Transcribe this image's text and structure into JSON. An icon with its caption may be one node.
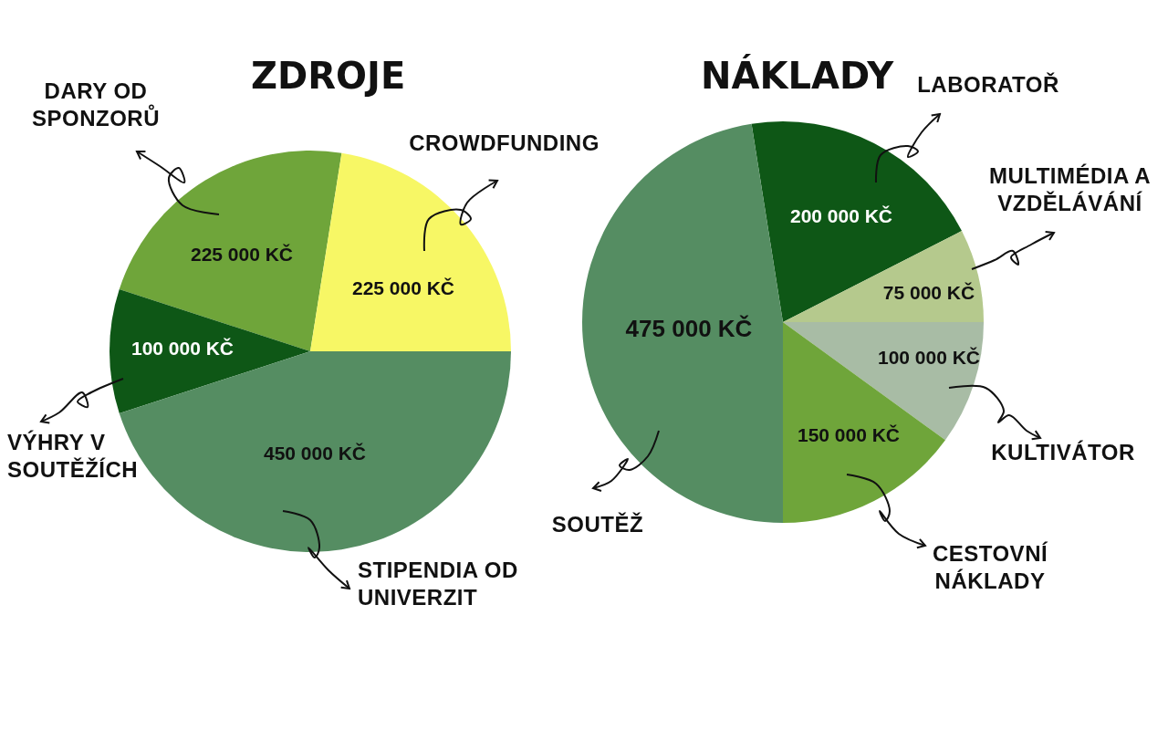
{
  "diagram": {
    "nodes": [
      {
        "text": [
          "DARY OD SPONZORŮ"
        ]
      },
      {
        "text": [
          "225 000 KČ"
        ]
      },
      {
        "text": [
          "CROWDFUNDING"
        ]
      },
      {
        "text": [
          "225 000 KČ"
        ]
      },
      {
        "text": [
          "100 000 KČ"
        ]
      },
      {
        "text": [
          "VÝHRY V SOUTĚŽÍCH"
        ]
      },
      {
        "text": [
          "450 000 KČ"
        ]
      },
      {
        "text": [
          "STIPENDIA OD UNIVERZIT"
        ]
      },
      {
        "text": [
          "LABORATOŘ"
        ]
      },
      {
        "text": [
          "200 000 KČ"
        ]
      },
      {
        "text": [
          "MULTIMÉDIA A VZDĚLÁVÁNÍ"
        ]
      },
      {
        "text": [
          "75 000 KČ"
        ]
      },
      {
        "text": [
          "100 000 KČ"
        ]
      },
      {
        "text": [
          "KULTIVÁTOR"
        ]
      },
      {
        "text": [
          "150 000 KČ"
        ]
      },
      {
        "text": [
          "475 000 KČ"
        ]
      },
      {
        "text": [
          "SOUTĚŽ"
        ]
      },
      {
        "text": [
          "CESTOVNÍ NÁKLADY"
        ]
      }
    ],
    "edges": [
      {
        "from": 1,
        "to": 0,
        "arrow": "to"
      },
      {
        "from": 3,
        "to": 2,
        "arrow": "to"
      },
      {
        "from": 4,
        "to": 5,
        "arrow": "to"
      },
      {
        "from": 6,
        "to": 7,
        "arrow": "to"
      },
      {
        "from": 9,
        "to": 8,
        "arrow": "to"
      },
      {
        "from": 11,
        "to": 10,
        "arrow": "to"
      },
      {
        "from": 12,
        "to": 13,
        "arrow": "to"
      },
      {
        "from": 14,
        "to": 17,
        "arrow": "to"
      },
      {
        "from": 15,
        "to": 16,
        "arrow": "to"
      }
    ],
    "labels": [
      "ZDROJE",
      "NÁKLADY"
    ]
  }
}
